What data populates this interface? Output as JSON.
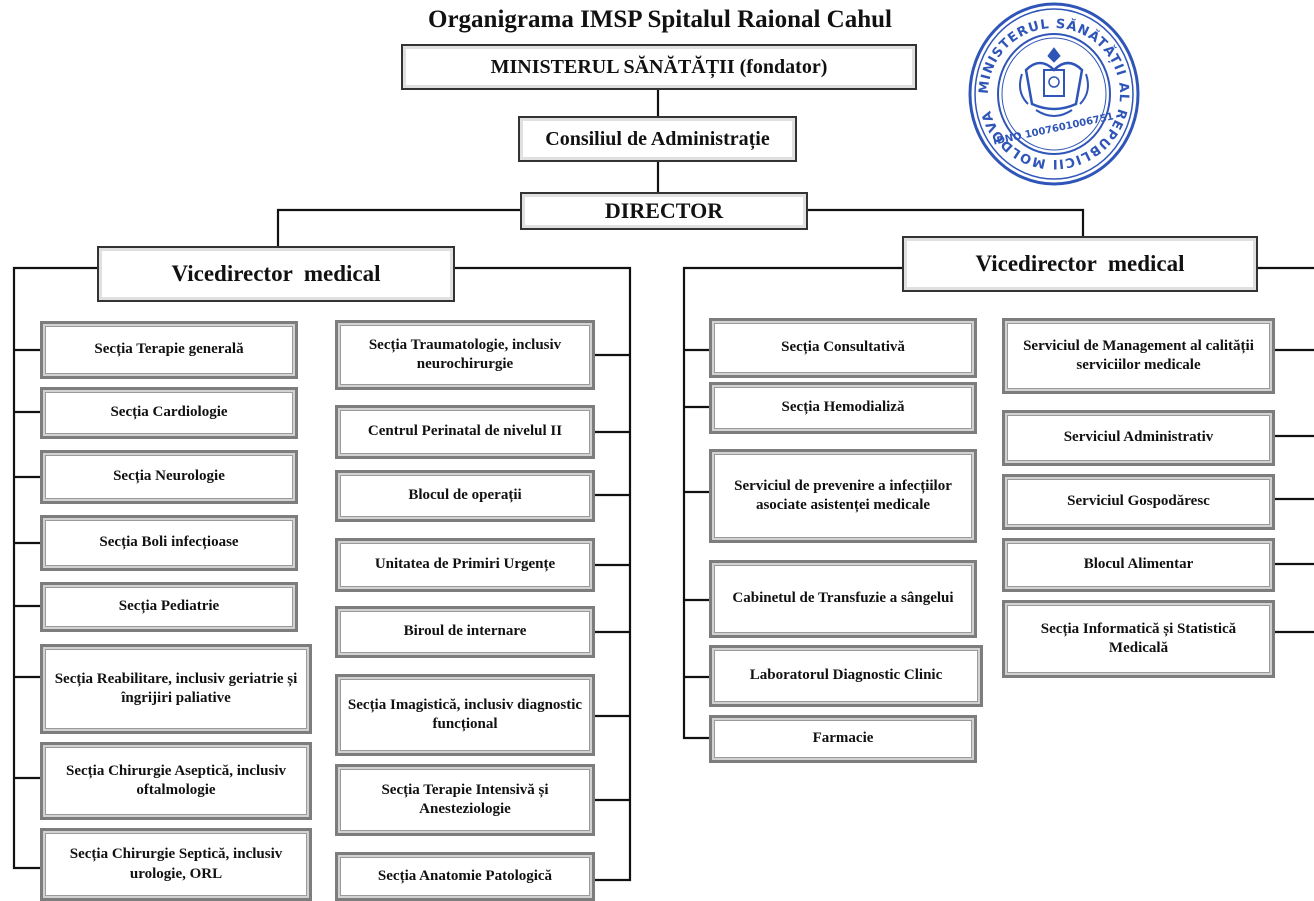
{
  "title": "Organigrama IMSP Spitalul Raional Cahul",
  "ministry": "MINISTERUL SĂNĂTĂȚII (fondator)",
  "council": "Consiliul de Administrație",
  "director": "DIRECTOR",
  "left_branch": {
    "head": "Vicedirector  medical",
    "col1": [
      "Secția Terapie generală",
      "Secția Cardiologie",
      "Secția Neurologie",
      "Secția Boli infecțioase",
      "Secția Pediatrie",
      "Secția Reabilitare, inclusiv geriatrie și îngrijiri paliative",
      "Secția Chirurgie Aseptică, inclusiv oftalmologie",
      "Secția Chirurgie Septică, inclusiv urologie, ORL"
    ],
    "col2": [
      "Secția Traumatologie, inclusiv neurochirurgie",
      "Centrul Perinatal de nivelul II",
      "Blocul de operații",
      "Unitatea de Primiri Urgențe",
      "Biroul de internare",
      "Secția Imagistică, inclusiv diagnostic funcțional",
      "Secția Terapie Intensivă și Anesteziologie",
      "Secția Anatomie Patologică"
    ]
  },
  "right_branch": {
    "head": "Vicedirector  medical",
    "col1": [
      "Secția Consultativă",
      "Secția Hemodializă",
      "Serviciul de prevenire a infecțiilor asociate asistenței medicale",
      "Cabinetul de Transfuzie a sângelui",
      "Laboratorul Diagnostic Clinic",
      "Farmacie"
    ],
    "col2": [
      "Serviciul de Management al calității serviciilor medicale",
      "Serviciul Administrativ",
      "Serviciul Gospodăresc",
      "Blocul Alimentar",
      "Secția Informatică și Statistică Medicală"
    ]
  },
  "seal": {
    "outer_text": "MINISTERUL SĂNĂTĂȚII AL REPUBLICII MOLDOVA",
    "idno": "IDNO 1007601006751",
    "color": "#2f55b8"
  },
  "colors": {
    "line": "#111111",
    "box_border": "#7d7d7d"
  }
}
